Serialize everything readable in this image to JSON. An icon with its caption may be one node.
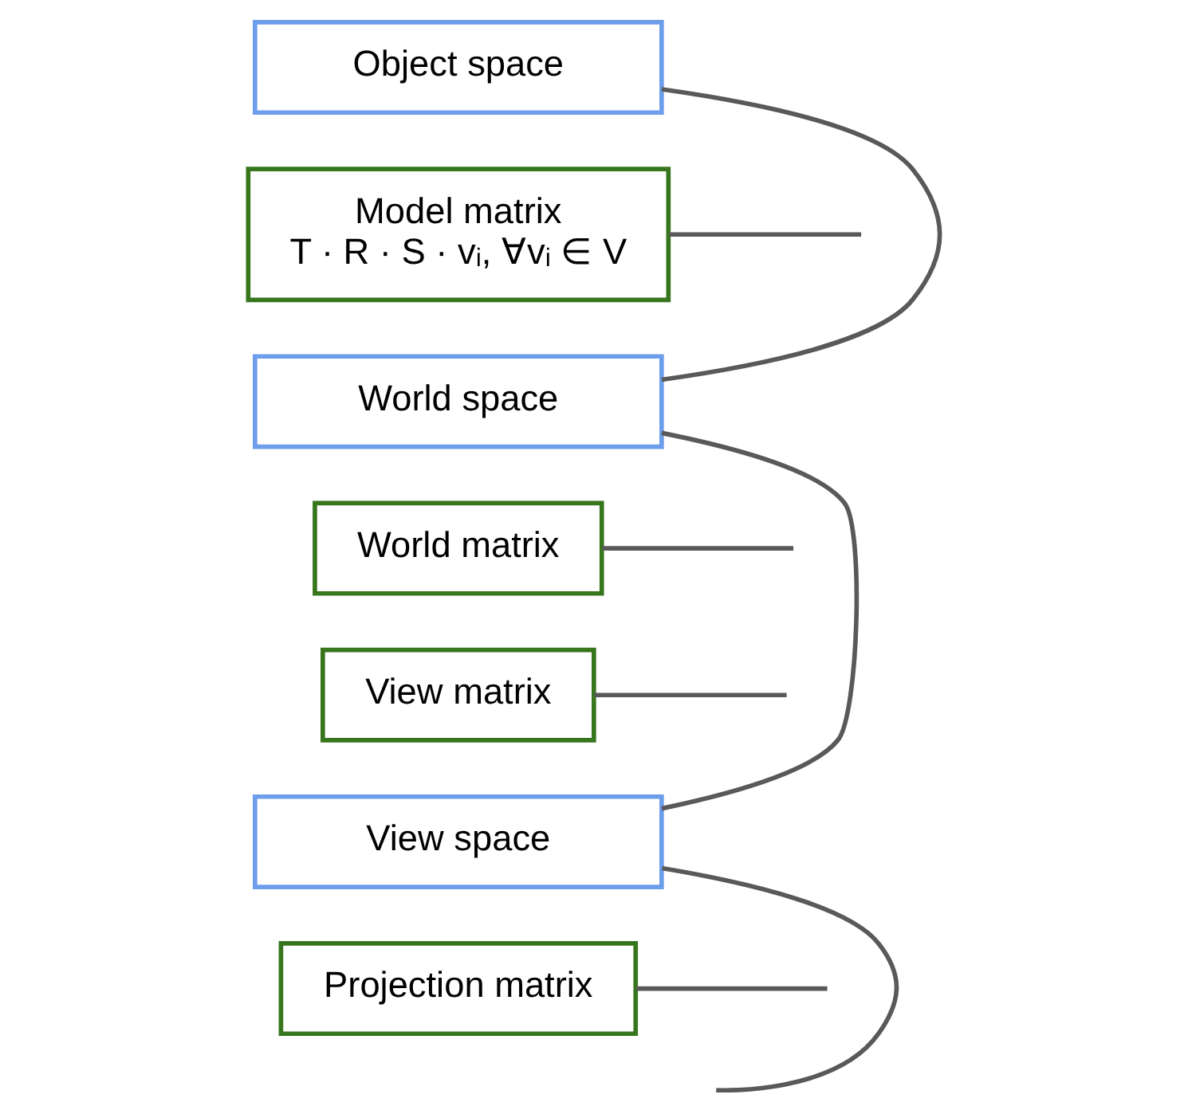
{
  "diagram": {
    "nodes": [
      {
        "text": [
          "Object space"
        ]
      },
      {
        "text": [
          "Model matrix",
          "T · R · S · vᵢ, ∀vᵢ ∈ V"
        ]
      },
      {
        "text": [
          "World space"
        ]
      },
      {
        "text": [
          "World matrix"
        ]
      },
      {
        "text": [
          "View matrix"
        ]
      },
      {
        "text": [
          "View space"
        ]
      },
      {
        "text": [
          "Projection matrix"
        ]
      }
    ],
    "edges": [
      {
        "from": 0,
        "to": 2,
        "arrow": "none"
      },
      {
        "from": 1,
        "to": null,
        "arrow": "none"
      },
      {
        "from": 2,
        "to": 5,
        "arrow": "none"
      },
      {
        "from": 3,
        "to": null,
        "arrow": "none"
      },
      {
        "from": 4,
        "to": null,
        "arrow": "none"
      },
      {
        "from": 6,
        "to": null,
        "arrow": "none"
      },
      {
        "from": 5,
        "to": null,
        "arrow": "none"
      }
    ]
  }
}
